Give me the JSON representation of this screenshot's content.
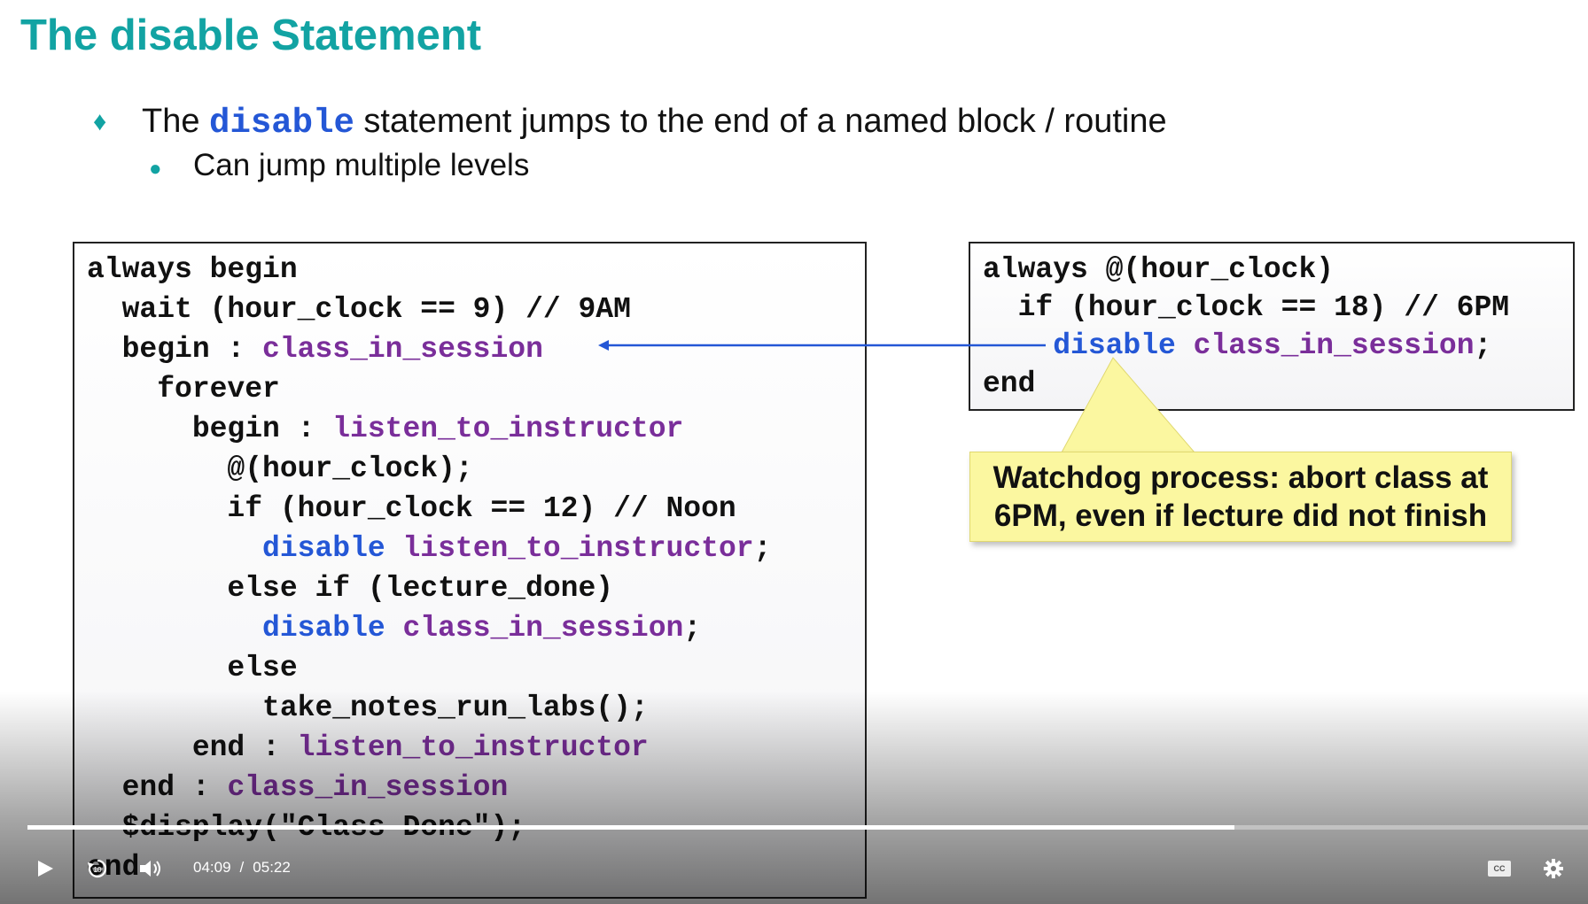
{
  "slide": {
    "title": "The disable Statement",
    "bullet1": {
      "prefix": "The ",
      "keyword": "disable",
      "suffix": " statement jumps to the end of a named block / routine"
    },
    "bullet2": "Can jump multiple levels",
    "left_code": [
      [
        {
          "t": "always begin",
          "c": ""
        }
      ],
      [
        {
          "t": "  wait (hour_clock == 9) // 9AM",
          "c": ""
        }
      ],
      [
        {
          "t": "  begin : ",
          "c": ""
        },
        {
          "t": "class_in_session",
          "c": "nm"
        }
      ],
      [
        {
          "t": "    forever",
          "c": ""
        }
      ],
      [
        {
          "t": "      begin : ",
          "c": ""
        },
        {
          "t": "listen_to_instructor",
          "c": "nm"
        }
      ],
      [
        {
          "t": "        @(hour_clock);",
          "c": ""
        }
      ],
      [
        {
          "t": "        if (hour_clock == 12) // Noon",
          "c": ""
        }
      ],
      [
        {
          "t": "          ",
          "c": ""
        },
        {
          "t": "disable",
          "c": "kw"
        },
        {
          "t": " ",
          "c": ""
        },
        {
          "t": "listen_to_instructor",
          "c": "nm"
        },
        {
          "t": ";",
          "c": ""
        }
      ],
      [
        {
          "t": "        else if (lecture_done)",
          "c": ""
        }
      ],
      [
        {
          "t": "          ",
          "c": ""
        },
        {
          "t": "disable",
          "c": "kw"
        },
        {
          "t": " ",
          "c": ""
        },
        {
          "t": "class_in_session",
          "c": "nm"
        },
        {
          "t": ";",
          "c": ""
        }
      ],
      [
        {
          "t": "        else",
          "c": ""
        }
      ],
      [
        {
          "t": "          take_notes_run_labs();",
          "c": ""
        }
      ],
      [
        {
          "t": "      end : ",
          "c": ""
        },
        {
          "t": "listen_to_instructor",
          "c": "nm"
        }
      ],
      [
        {
          "t": "  end : ",
          "c": ""
        },
        {
          "t": "class_in_session",
          "c": "nm"
        }
      ],
      [
        {
          "t": "  $display(\"Class Done\");",
          "c": ""
        }
      ],
      [
        {
          "t": "end",
          "c": ""
        }
      ]
    ],
    "right_code": [
      [
        {
          "t": "always @(hour_clock)",
          "c": ""
        }
      ],
      [
        {
          "t": "  if (hour_clock == 18) // 6PM",
          "c": ""
        }
      ],
      [
        {
          "t": "    ",
          "c": ""
        },
        {
          "t": "disable",
          "c": "kw"
        },
        {
          "t": " ",
          "c": ""
        },
        {
          "t": "class_in_session",
          "c": "nm"
        },
        {
          "t": ";",
          "c": ""
        }
      ],
      [
        {
          "t": "end",
          "c": ""
        }
      ]
    ],
    "callout": {
      "line1": "Watchdog process: abort class at",
      "line2": "6PM, even if lecture did not finish"
    }
  },
  "player": {
    "current_time": "04:09",
    "separator": "/",
    "duration": "05:22",
    "progress_fraction": 0.7733,
    "play_icon": "play-icon",
    "volume_icon": "volume-icon",
    "captions_icon": "cc-icon",
    "settings_icon": "gear-icon",
    "captions_label": "CC"
  },
  "colors": {
    "title": "#12a3a3",
    "keyword": "#2457d6",
    "block_name": "#7a2e9a",
    "callout_bg": "#fbf7a0"
  }
}
